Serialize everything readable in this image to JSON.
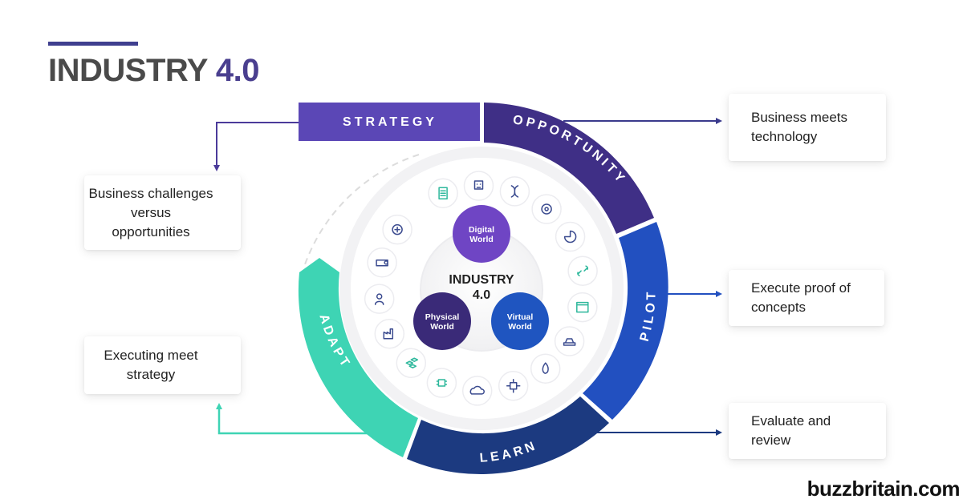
{
  "title": {
    "main": "INDUSTRY",
    "accent": "4.0"
  },
  "colors": {
    "title_text": "#4a4a4a",
    "title_accent": "#4a3f8f",
    "strategy": "#5b47b6",
    "opportunity": "#3f2f86",
    "pilot": "#2250c0",
    "learn": "#1c3a80",
    "adapt": "#3ed4b4",
    "digital_world": "#6f45c4",
    "physical_world": "#3a2a78",
    "virtual_world": "#1f55c0"
  },
  "cycle": {
    "strategy": "STRATEGY",
    "opportunity": "OPPORTUNITY",
    "pilot": "PILOT",
    "learn": "LEARN",
    "adapt": "ADAPT"
  },
  "hub": {
    "title_line1": "INDUSTRY",
    "title_line2": "4.0",
    "digital": [
      "Digital",
      "World"
    ],
    "physical": [
      "Physical",
      "World"
    ],
    "virtual": [
      "Virtual",
      "World"
    ]
  },
  "icons": [
    "document-icon",
    "robot-face-icon",
    "dna-icon",
    "gear-cog-icon",
    "pie-chart-icon",
    "chain-link-icon",
    "browser-window-icon",
    "car-icon",
    "fire-icon",
    "network-chip-icon",
    "cloud-icon",
    "microchip-icon",
    "cubes-icon",
    "factory-icon",
    "person-icon",
    "projector-icon",
    "circuit-icon"
  ],
  "cards": {
    "business_challenges": [
      "Business challenges",
      "versus",
      "opportunities"
    ],
    "executing": [
      "Executing meet",
      "strategy"
    ],
    "business_tech": [
      "Business meets",
      "technology"
    ],
    "proof": [
      "Execute proof of",
      "concepts"
    ],
    "evaluate": [
      "Evaluate and",
      "review"
    ]
  },
  "watermark": "buzzbritain.com"
}
